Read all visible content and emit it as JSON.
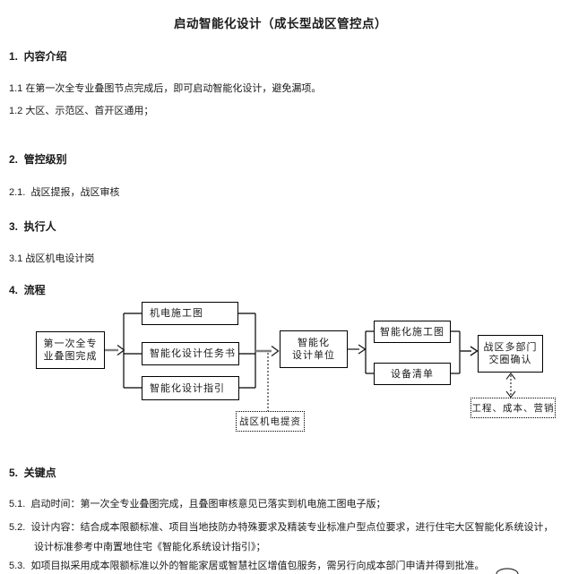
{
  "title": "启动智能化设计（成长型战区管控点）",
  "sections": {
    "s1": {
      "heading": "1.  内容介绍",
      "item1": "1.1 在第一次全专业叠图节点完成后，即可启动智能化设计，避免漏项。",
      "item2": "1.2 大区、示范区、首开区通用；"
    },
    "s2": {
      "heading": "2.  管控级别",
      "item1": "2.1.  战区提报，战区审核"
    },
    "s3": {
      "heading": "3.  执行人",
      "item1": "3.1 战区机电设计岗"
    },
    "s4": {
      "heading": "4.  流程"
    },
    "s5": {
      "heading": "5.  关键点",
      "item1": "5.1.  启动时间：第一次全专业叠图完成，且叠图审核意见已落实到机电施工图电子版；",
      "item2": "5.2.  设计内容：结合成本限额标准、项目当地技防办特殊要求及精装专业标准户型点位要求，进行住宅大区智能化系统设计，",
      "item2b": "设计标准参考中南置地住宅《智能化系统设计指引》；",
      "item3": "5.3.  如项目拟采用成本限额标准以外的智能家居或智慧社区增值包服务，需另行向成本部门申请并得到批准。"
    }
  },
  "flowchart": {
    "start_line1": "第一次全专",
    "start_line2": "业叠图完成",
    "doc1": "机电施工图",
    "doc2": "智能化设计任务书",
    "doc3": "智能化设计指引",
    "unit_line1": "智能化",
    "unit_line2": "设计单位",
    "out1": "智能化施工图",
    "out2": "设备清单",
    "confirm_line1": "战区多部门",
    "confirm_line2": "交圈确认",
    "ref1": "战区机电提资",
    "ref2": "工程、成本、营销"
  },
  "colors": {
    "text": "#1a1a1a",
    "line": "#000000",
    "arrow_shaft_grey": "#808080",
    "background": "#ffffff"
  }
}
